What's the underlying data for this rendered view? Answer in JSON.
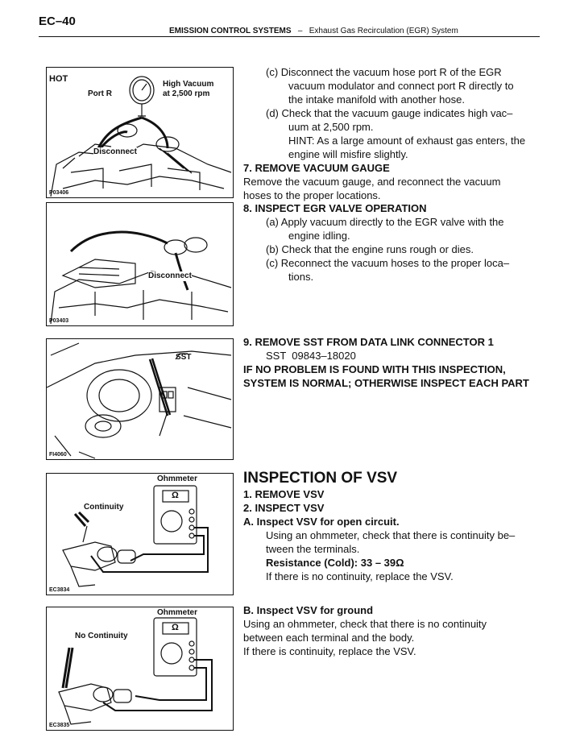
{
  "header": {
    "page_id": "EC–40",
    "section": "EMISSION CONTROL SYSTEMS",
    "dash": "–",
    "subsection": "Exhaust Gas Recirculation (EGR) System"
  },
  "figures": [
    {
      "code": "P03406",
      "labels": {
        "hot": "HOT",
        "port_r": "Port R",
        "high_vacuum": "High Vacuum\nat 2,500 rpm",
        "disconnect": "Disconnect"
      }
    },
    {
      "code": "P03403",
      "labels": {
        "disconnect": "Disconnect"
      }
    },
    {
      "code": "FI4060",
      "labels": {
        "sst": "SST"
      }
    },
    {
      "code": "EC3834",
      "labels": {
        "ohmmeter": "Ohmmeter",
        "continuity": "Continuity",
        "omega": "Ω"
      }
    },
    {
      "code": "EC3835",
      "labels": {
        "ohmmeter": "Ohmmeter",
        "no_continuity": "No Continuity",
        "omega": "Ω"
      }
    }
  ],
  "text": {
    "c1_l1": "(c) Disconnect the vacuum hose port R of the EGR",
    "c1_l2": "vacuum modulator and connect port R directly to",
    "c1_l3": "the intake manifold with another hose.",
    "d1_l1": "(d) Check that the vacuum gauge indicates high vac–",
    "d1_l2": "uum at 2,500 rpm.",
    "hint_l1": "HINT: As a large amount of exhaust gas enters, the",
    "hint_l2": "engine will misfire slightly.",
    "s7_title": "7. REMOVE VACUUM GAUGE",
    "s7_l1": "Remove the vacuum gauge, and reconnect the vacuum",
    "s7_l2": "hoses to the proper locations.",
    "s8_title": "8. INSPECT EGR VALVE OPERATION",
    "s8a_l1": "(a) Apply vacuum directly to the EGR valve with the",
    "s8a_l2": "engine idling.",
    "s8b": "(b) Check that the engine runs rough or dies.",
    "s8c_l1": "(c) Reconnect the vacuum hoses to the proper loca–",
    "s8c_l2": "tions.",
    "s9_title": "9. REMOVE SST FROM DATA LINK CONNECTOR 1",
    "s9_sst": "SST  09843–18020",
    "s9_note_l1": "IF NO PROBLEM IS FOUND WITH THIS INSPECTION,",
    "s9_note_l2": "SYSTEM IS NORMAL; OTHERWISE INSPECT EACH PART",
    "vsv_title": "INSPECTION OF VSV",
    "vsv_1": "1. REMOVE VSV",
    "vsv_2": "2. INSPECT VSV",
    "vsv_a_title": "A. Inspect VSV for open circuit.",
    "vsv_a_l1": "Using an ohmmeter, check that there is continuity be–",
    "vsv_a_l2": "tween the terminals.",
    "vsv_a_res": "Resistance (Cold): 33 – 39Ω",
    "vsv_a_l3": "If there is no continuity, replace the VSV.",
    "vsv_b_title": "B. Inspect VSV for ground",
    "vsv_b_l1": "Using an ohmmeter, check that there is no continuity",
    "vsv_b_l2": "between each terminal and the body.",
    "vsv_b_l3": "If there is continuity, replace the VSV."
  }
}
